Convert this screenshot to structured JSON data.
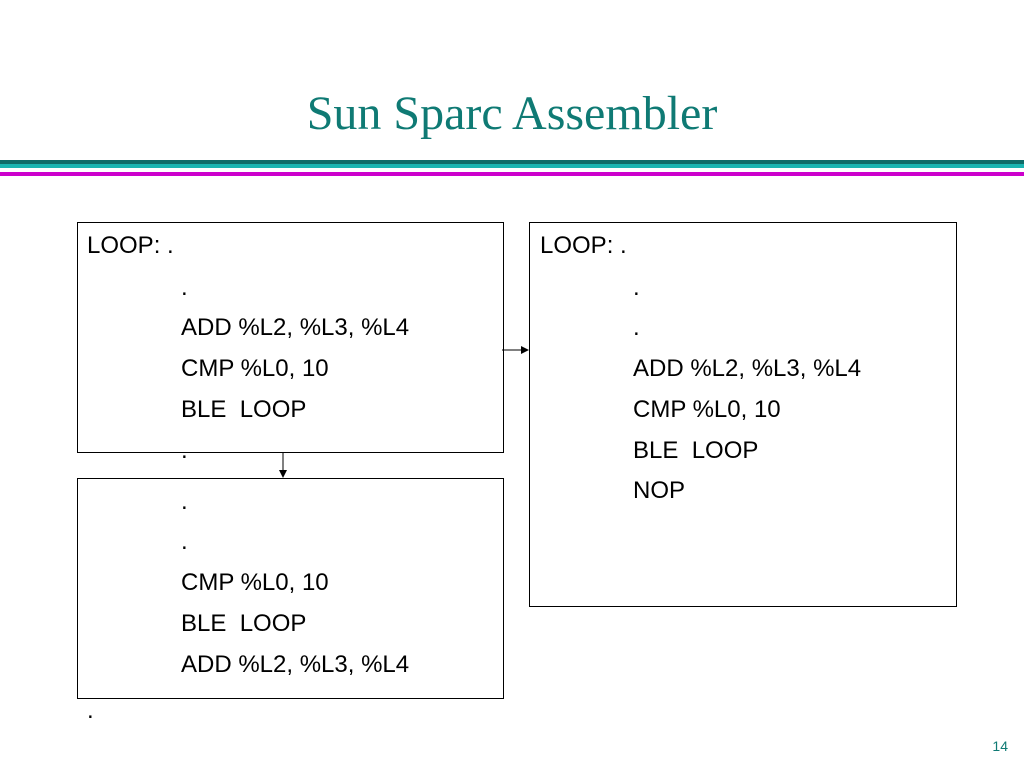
{
  "slide": {
    "title": "Sun Sparc Assembler",
    "page_number": "14"
  },
  "colors": {
    "title": "#0f7a74",
    "rule_dark": "#0f6b68",
    "rule_teal": "#1ab4b0",
    "rule_magenta": "#cc00cc"
  },
  "code_left_top": [
    "LOOP: .",
    ".",
    "ADD %L2, %L3, %L4",
    "CMP %L0, 10",
    "BLE  LOOP",
    "."
  ],
  "code_left_bottom": [
    ".",
    ".",
    "CMP %L0, 10",
    "BLE  LOOP",
    "ADD %L2, %L3, %L4",
    "."
  ],
  "code_right": [
    "LOOP: .",
    ".",
    ".",
    "ADD %L2, %L3, %L4",
    "CMP %L0, 10",
    "BLE  LOOP",
    "NOP"
  ]
}
